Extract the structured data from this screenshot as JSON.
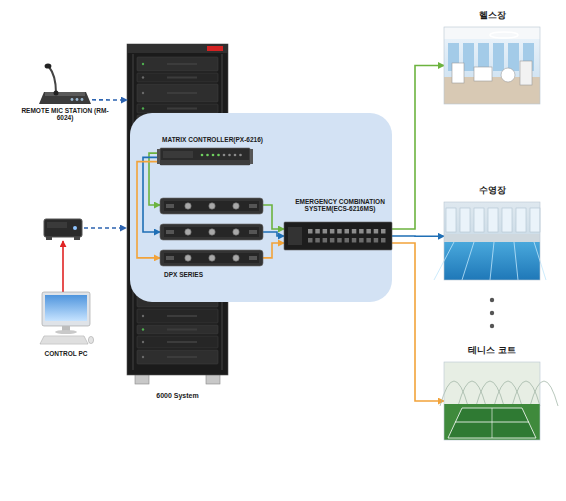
{
  "diagram": {
    "nodes": [
      {
        "text": [
          "REMOTE MIC STATION (RM-6024)"
        ]
      },
      {
        "text": [
          "6000 System"
        ]
      },
      {
        "text": [
          "MATRIX CONTROLLER(PX-6216)"
        ]
      },
      {
        "text": [
          "DPX SERIES"
        ]
      },
      {
        "text": [
          "EMERGENCY COMBINATION SYSTEM(ECS-6216MS)"
        ]
      },
      {
        "text": [
          "CONTROL PC"
        ]
      },
      {
        "text": [
          "헬스장"
        ]
      },
      {
        "text": [
          "수영장"
        ]
      },
      {
        "text": [
          "테니스 코트"
        ]
      }
    ],
    "edges": [
      {
        "from": 0,
        "to": 1,
        "arrow": "to"
      },
      {
        "from": 2,
        "to": 3,
        "arrow": "to"
      },
      {
        "from": 2,
        "to": 3,
        "arrow": "to"
      },
      {
        "from": 2,
        "to": 3,
        "arrow": "to"
      },
      {
        "from": 3,
        "to": 4,
        "arrow": "to"
      },
      {
        "from": 3,
        "to": 4,
        "arrow": "to"
      },
      {
        "from": 3,
        "to": 4,
        "arrow": "to"
      },
      {
        "from": 4,
        "to": 6,
        "arrow": "to"
      },
      {
        "from": 4,
        "to": 7,
        "arrow": "to"
      },
      {
        "from": 4,
        "to": 8,
        "arrow": "to"
      }
    ]
  }
}
